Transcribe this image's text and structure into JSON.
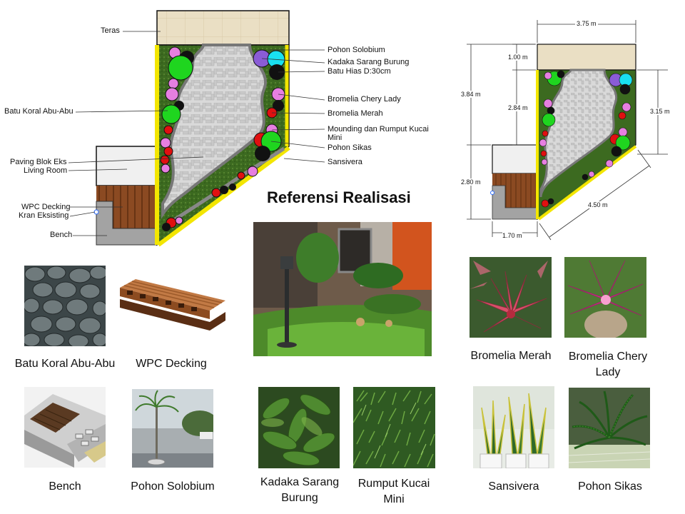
{
  "plan_labels": {
    "teras": "Teras",
    "batu_koral": "Batu Koral Abu-Abu",
    "paving_blok": "Paving Blok Eks",
    "living_room": "Living Room",
    "wpc_decking": "WPC Decking",
    "kran": "Kran Eksisting",
    "bench": "Bench",
    "pohon_solobium": "Pohon Solobium",
    "kadaka": "Kadaka Sarang Burung",
    "batu_hias": "Batu Hias D:30cm",
    "bromelia_chery": "Bromelia Chery Lady",
    "bromelia_merah": "Bromelia Merah",
    "mounding": "Mounding dan Rumput Kucai Mini",
    "pohon_sikas": "Pohon Sikas",
    "sansivera": "Sansivera"
  },
  "dimensions": {
    "top_width": "3.75 m",
    "teras_depth": "1.00 m",
    "left_total": "3.84 m",
    "garden_depth": "2.84 m",
    "right_depth": "3.15 m",
    "lower_depth": "2.80 m",
    "diagonal": "4.50 m",
    "bottom_width": "1.70 m"
  },
  "title": "Referensi Realisasi",
  "captions": {
    "batu_koral": "Batu Koral Abu-Abu",
    "wpc": "WPC Decking",
    "bromelia_merah": "Bromelia Merah",
    "bromelia_chery": "Bromelia Chery Lady",
    "bench": "Bench",
    "solobium": "Pohon Solobium",
    "kadaka": "Kadaka Sarang Burung",
    "rumput": "Rumput Kucai Mini",
    "sansivera": "Sansivera",
    "sikas": "Pohon Sikas"
  },
  "colors": {
    "grass": "#3f6b22",
    "paving": "#d8d8d8",
    "teras": "#e9dcc0",
    "border_yellow": "#f3e600",
    "deck": "#8b4a22",
    "bench": "#a0a0a0",
    "green_plant": "#1fd51f",
    "purple_plant": "#8a5cd6",
    "cyan_plant": "#19e0f0",
    "pink_plant": "#e67fe0",
    "red_plant": "#e01010"
  }
}
